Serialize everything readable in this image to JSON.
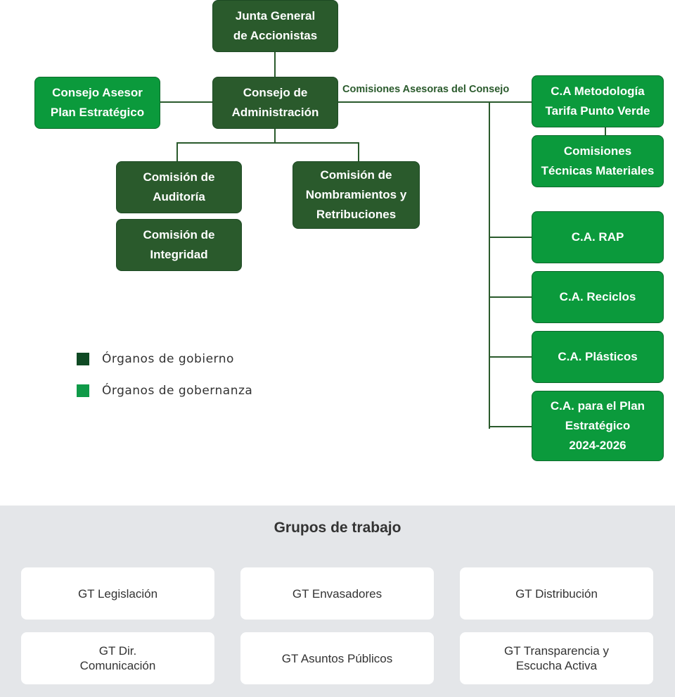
{
  "nodes": {
    "junta": "Junta General\nde Accionistas",
    "consejo_admin": "Consejo de\nAdministración",
    "consejo_asesor": "Consejo Asesor\nPlan Estratégico",
    "auditoria": "Comisión de\nAuditoría",
    "integridad": "Comisión de\nIntegridad",
    "nombramientos": "Comisión de\nNombramientos y\nRetribuciones",
    "metodologia": "C.A Metodología\nTarifa Punto Verde",
    "tecnicas": "Comisiones\nTécnicas Materiales",
    "rap": "C.A. RAP",
    "reciclos": "C.A. Reciclos",
    "plasticos": "C.A. Plásticos",
    "plan": "C.A. para el Plan\nEstratégico\n2024-2026"
  },
  "connector_label": "Comisiones Asesoras del Consejo",
  "legend": {
    "gobierno": {
      "label": "Órganos de gobierno",
      "color": "#0f4a24"
    },
    "gobernanza": {
      "label": "Órganos de gobernanza",
      "color": "#0f9a48"
    }
  },
  "colors": {
    "dark_node": "#2a5a2c",
    "light_node": "#0b9a3c",
    "groups_bg": "#e4e6e9"
  },
  "groups": {
    "title": "Grupos de trabajo",
    "items": [
      "GT Legislación",
      "GT Envasadores",
      "GT Distribución",
      "GT Dir.\nComunicación",
      "GT Asuntos Públicos",
      "GT Transparencia y\nEscucha Activa"
    ]
  }
}
